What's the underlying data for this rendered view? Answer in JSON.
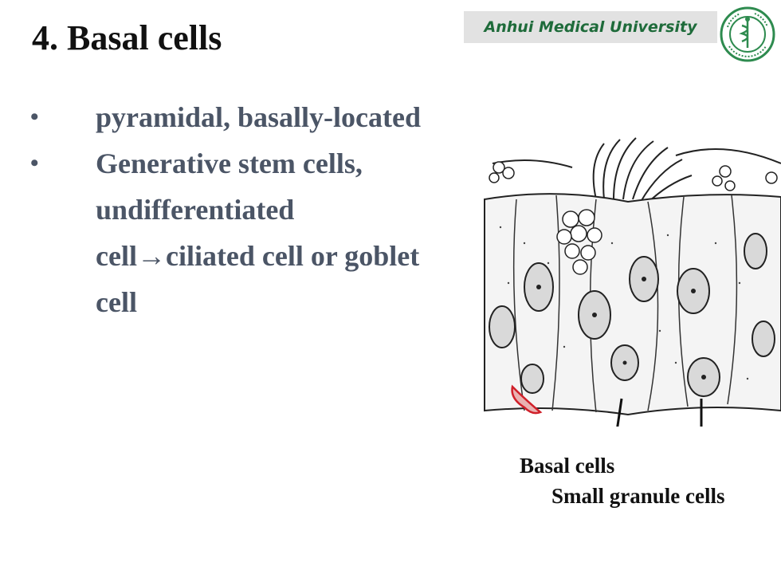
{
  "slide": {
    "title": "4.  Basal cells",
    "brand": "Anhui Medical University",
    "bullets": [
      {
        "marker": "•",
        "text": "pyramidal, basally-located"
      },
      {
        "marker": "•",
        "text": "Generative stem cells, undifferentiated cell→ciliated cell or goblet cell"
      }
    ]
  },
  "figure": {
    "caption_basal": "Basal cells",
    "caption_granule": "Small granule cells",
    "icon": "epithelium-illustration",
    "highlight_color": "#d0202a"
  },
  "logo": {
    "icon": "university-seal-icon",
    "color": "#2e8b4f"
  }
}
